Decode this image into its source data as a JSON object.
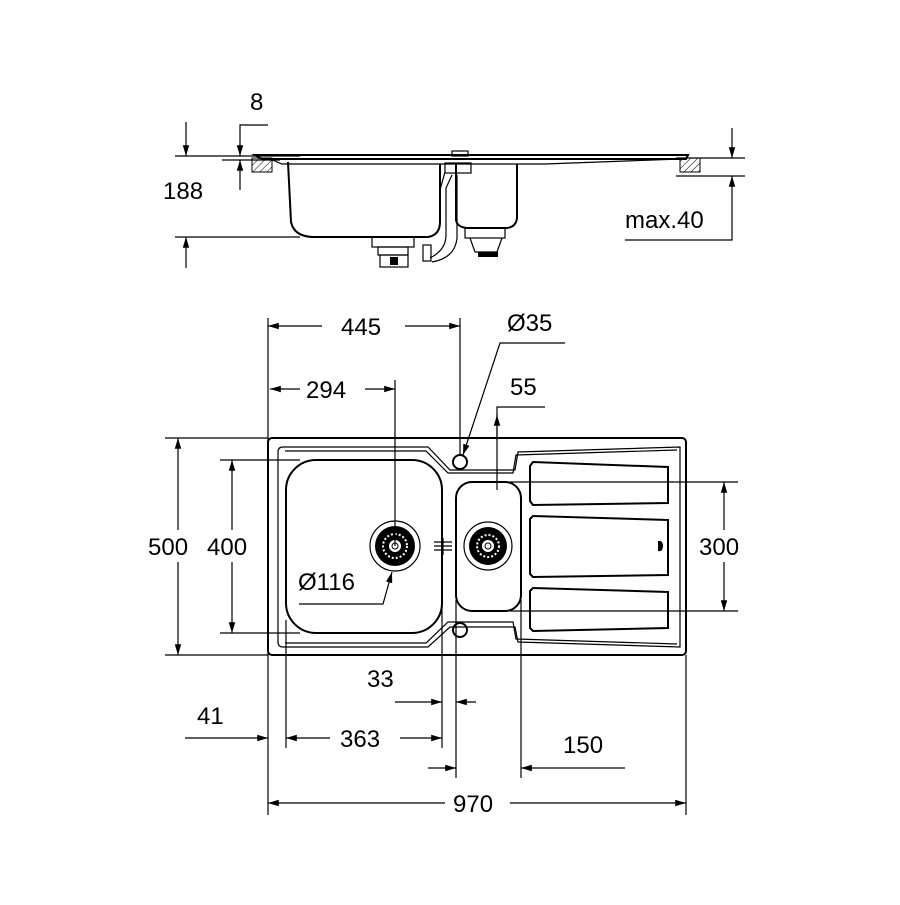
{
  "drawing": {
    "side_view": {
      "height_label": "188",
      "rim_label": "8",
      "worktop_label": "max.40"
    },
    "plan_view": {
      "dims": {
        "d445": "445",
        "d294": "294",
        "d35": "Ø35",
        "d55": "55",
        "d500": "500",
        "d400": "400",
        "d300": "300",
        "d116": "Ø116",
        "d33": "33",
        "d41": "41",
        "d363": "363",
        "d150": "150",
        "d970": "970"
      }
    },
    "colors": {
      "line": "#000000",
      "background": "#ffffff"
    }
  }
}
